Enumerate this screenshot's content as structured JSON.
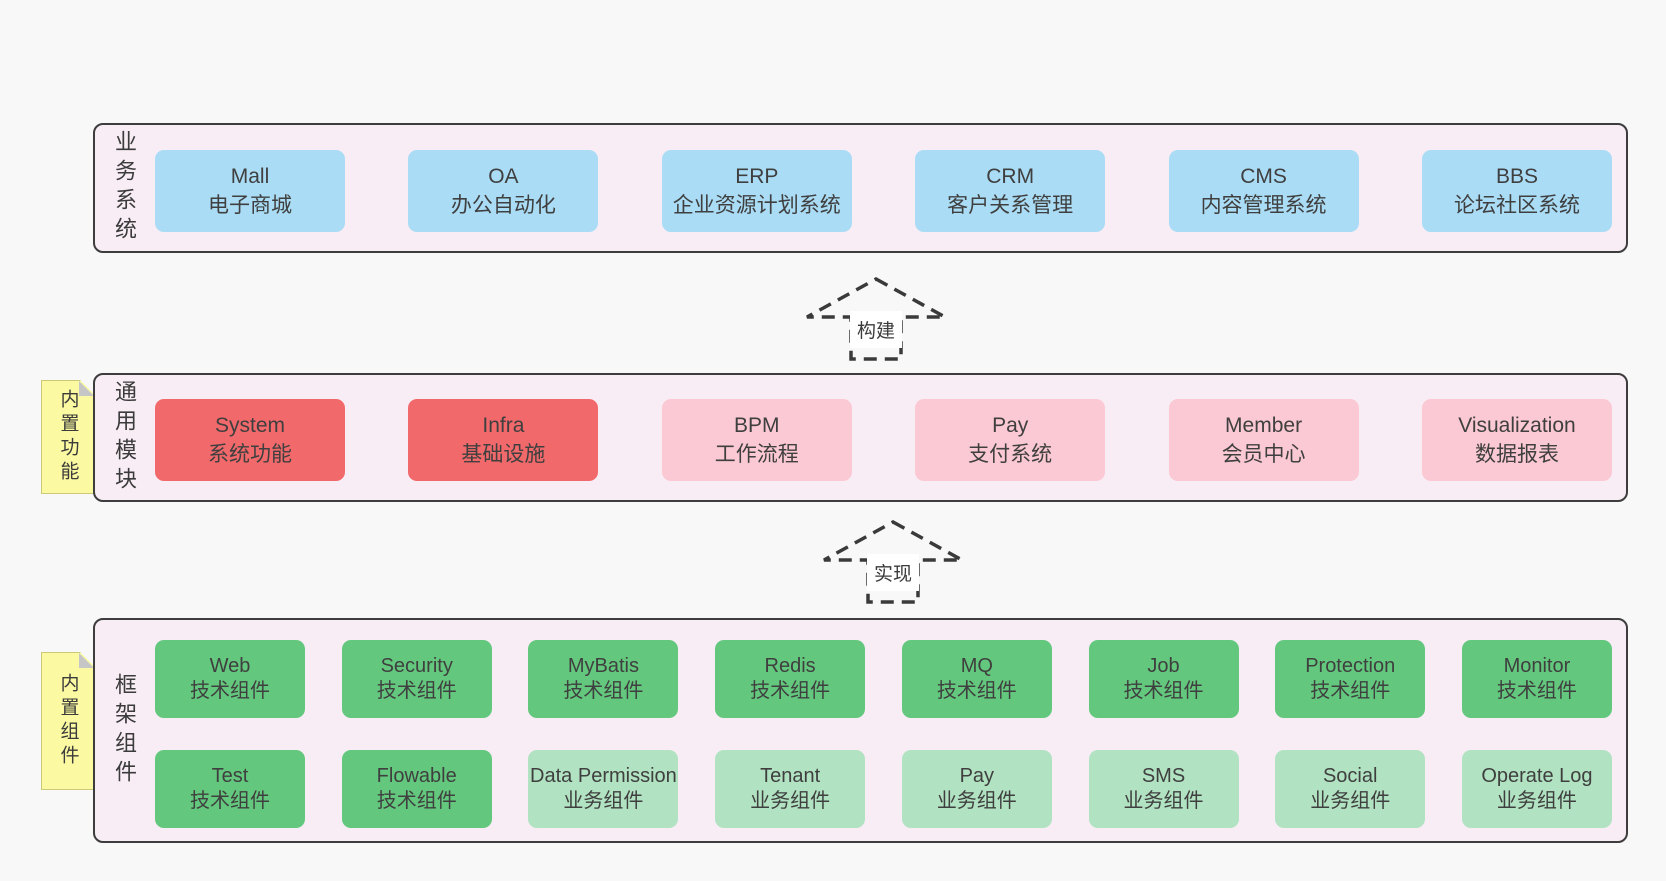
{
  "palette": {
    "page_bg": "#f8f8f8",
    "panel_bg": "#f8edf5",
    "panel_border": "#3d3d3d",
    "blue": "#aadcf5",
    "red": "#f1696b",
    "pink": "#fbc9d3",
    "green": "#63c87d",
    "light_green": "#b1e2c1",
    "tab_yellow": "#fbf9a2",
    "text": "#3f3f3f"
  },
  "sections": [
    {
      "id": "business",
      "vertical_label": "业务系统",
      "tab": null,
      "rows": [
        [
          {
            "en": "Mall",
            "zh": "电子商城",
            "variant": "blue"
          },
          {
            "en": "OA",
            "zh": "办公自动化",
            "variant": "blue"
          },
          {
            "en": "ERP",
            "zh": "企业资源计划系统",
            "variant": "blue"
          },
          {
            "en": "CRM",
            "zh": "客户关系管理",
            "variant": "blue"
          },
          {
            "en": "CMS",
            "zh": "内容管理系统",
            "variant": "blue"
          },
          {
            "en": "BBS",
            "zh": "论坛社区系统",
            "variant": "blue"
          }
        ]
      ]
    },
    {
      "id": "common",
      "vertical_label": "通用模块",
      "tab": "内置功能",
      "rows": [
        [
          {
            "en": "System",
            "zh": "系统功能",
            "variant": "red"
          },
          {
            "en": "Infra",
            "zh": "基础设施",
            "variant": "red"
          },
          {
            "en": "BPM",
            "zh": "工作流程",
            "variant": "pink"
          },
          {
            "en": "Pay",
            "zh": "支付系统",
            "variant": "pink"
          },
          {
            "en": "Member",
            "zh": "会员中心",
            "variant": "pink"
          },
          {
            "en": "Visualization",
            "zh": "数据报表",
            "variant": "pink"
          }
        ]
      ]
    },
    {
      "id": "framework",
      "vertical_label": "框架组件",
      "tab": "内置组件",
      "rows": [
        [
          {
            "en": "Web",
            "zh": "技术组件",
            "variant": "green"
          },
          {
            "en": "Security",
            "zh": "技术组件",
            "variant": "green"
          },
          {
            "en": "MyBatis",
            "zh": "技术组件",
            "variant": "green"
          },
          {
            "en": "Redis",
            "zh": "技术组件",
            "variant": "green"
          },
          {
            "en": "MQ",
            "zh": "技术组件",
            "variant": "green"
          },
          {
            "en": "Job",
            "zh": "技术组件",
            "variant": "green"
          },
          {
            "en": "Protection",
            "zh": "技术组件",
            "variant": "green"
          },
          {
            "en": "Monitor",
            "zh": "技术组件",
            "variant": "green"
          }
        ],
        [
          {
            "en": "Test",
            "zh": "技术组件",
            "variant": "green"
          },
          {
            "en": "Flowable",
            "zh": "技术组件",
            "variant": "green"
          },
          {
            "en": "Data Permission",
            "zh": "业务组件",
            "variant": "light_green"
          },
          {
            "en": "Tenant",
            "zh": "业务组件",
            "variant": "light_green"
          },
          {
            "en": "Pay",
            "zh": "业务组件",
            "variant": "light_green"
          },
          {
            "en": "SMS",
            "zh": "业务组件",
            "variant": "light_green"
          },
          {
            "en": "Social",
            "zh": "业务组件",
            "variant": "light_green"
          },
          {
            "en": "Operate Log",
            "zh": "业务组件",
            "variant": "light_green"
          }
        ]
      ]
    }
  ],
  "arrows": [
    {
      "label": "构建"
    },
    {
      "label": "实现"
    }
  ]
}
